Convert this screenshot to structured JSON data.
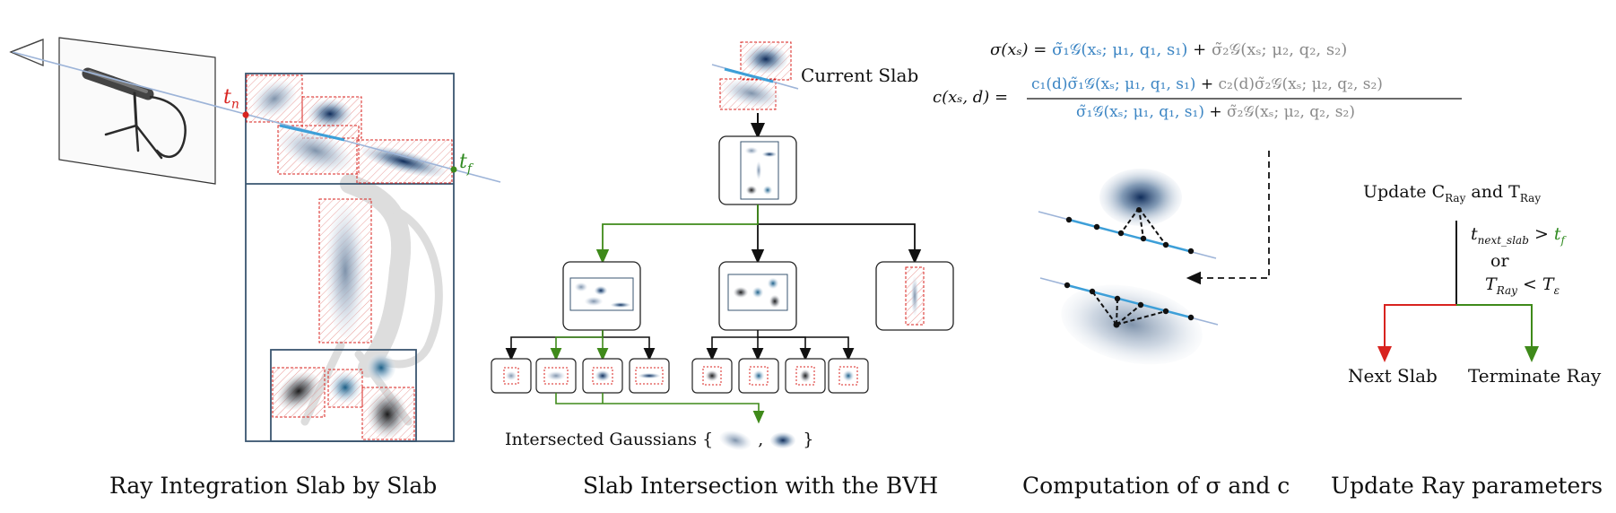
{
  "captions": {
    "c1": "Ray Integration Slab by Slab",
    "c2": "Slab Intersection with the BVH",
    "c3": "Computation of σ and c",
    "c4": "Update Ray parameters"
  },
  "labels": {
    "t_n": "t",
    "t_n_sub": "n",
    "t_f": "t",
    "t_f_sub": "f",
    "current_slab": "Current Slab",
    "intersected": "Intersected Gaussians {",
    "intersected_comma": ",",
    "intersected_close": "}",
    "update_line": "Update C",
    "update_c_sub": "Ray",
    "update_and": " and T",
    "update_t_sub": "Ray",
    "cond1_lhs": "t",
    "cond1_sub": "next_slab",
    "cond1_gt": " > ",
    "cond1_rhs": "t",
    "cond1_rhs_sub": "f",
    "or": "or",
    "cond2_lhs": "T",
    "cond2_sub": "Ray",
    "cond2_lt": " < T",
    "cond2_eps": "ε",
    "next_slab": "Next Slab",
    "terminate_ray": "Terminate Ray"
  },
  "equations": {
    "sigma_lhs": "σ(xₛ) = ",
    "sigma_t1": "σ̃₁𝒢(xₛ; μ₁, q₁, s₁)",
    "sigma_plus": " + ",
    "sigma_t2": "σ̃₂𝒢(xₛ; μ₂, q₂, s₂)",
    "c_lhs": "c(xₛ, d) = ",
    "c_num_t1": "c₁(d)σ̃₁𝒢(xₛ; μ₁, q₁, s₁)",
    "c_num_plus": " + ",
    "c_num_t2": "c₂(d)σ̃₂𝒢(xₛ; μ₂, q₂, s₂)",
    "c_den_t1": "σ̃₁𝒢(xₛ; μ₁, q₁, s₁)",
    "c_den_plus": " + ",
    "c_den_t2": "σ̃₂𝒢(xₛ; μ₂, q₂, s₂)"
  },
  "colors": {
    "frame": "#3a5670",
    "ray": "#9db4d8",
    "ray_active": "#3d9fd8",
    "red": "#d8231f",
    "green": "#3f8a1a",
    "gauss_dark": "#1a3a6a",
    "black": "#111111"
  }
}
